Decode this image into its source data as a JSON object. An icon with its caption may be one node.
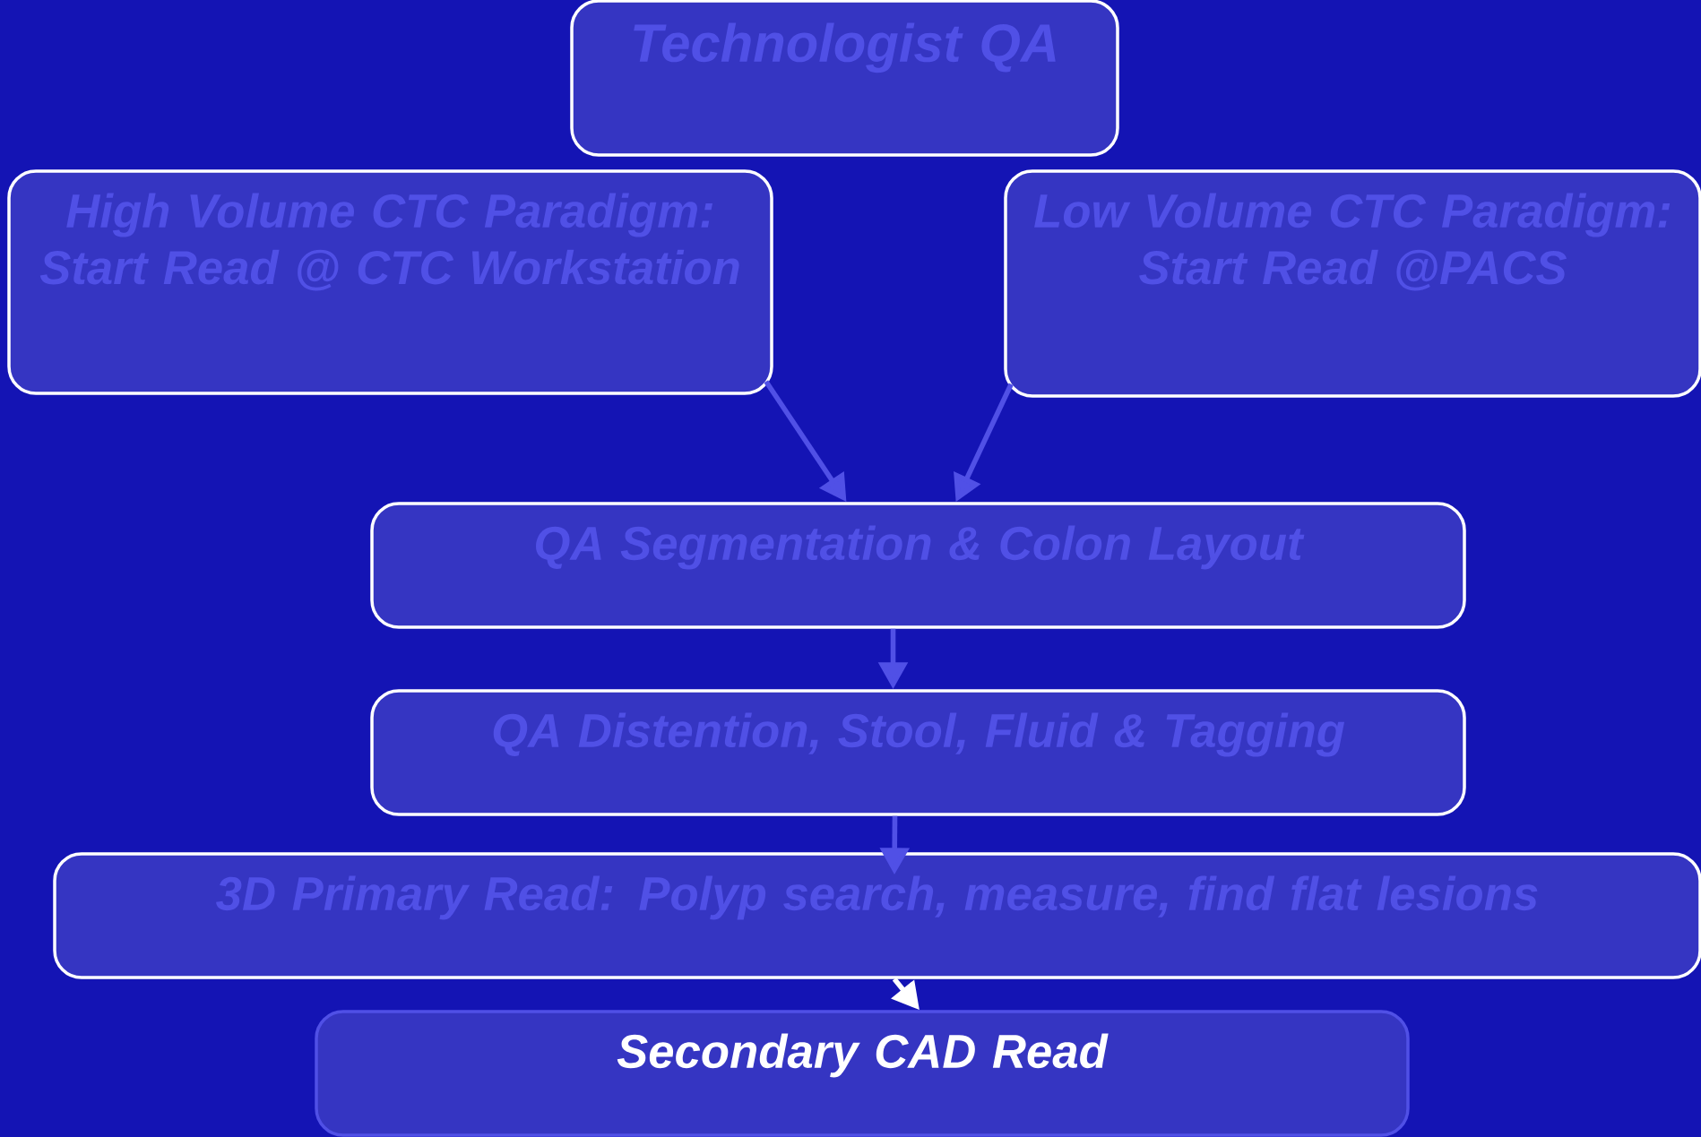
{
  "diagram": {
    "nodes": [
      {
        "text": [
          "Technologist QA"
        ]
      },
      {
        "text": [
          "High Volume CTC Paradigm: Start Read @ CTC Workstation"
        ]
      },
      {
        "text": [
          "Low Volume CTC Paradigm: Start Read @PACS"
        ]
      },
      {
        "text": [
          "QA Segmentation &  Colon Layout"
        ]
      },
      {
        "text": [
          "QA Distention, Stool, Fluid & Tagging"
        ]
      },
      {
        "text": [
          "3D Primary Read: Polyp search, measure, find flat lesions"
        ]
      },
      {
        "text": [
          "Secondary CAD Read"
        ]
      }
    ],
    "edges": [
      {
        "from": 1,
        "to": 3,
        "arrow": "to"
      },
      {
        "from": 2,
        "to": 3,
        "arrow": "to"
      },
      {
        "from": 3,
        "to": 4,
        "arrow": "to"
      },
      {
        "from": 4,
        "to": 5,
        "arrow": "to"
      },
      {
        "from": 5,
        "to": 6,
        "arrow": "to",
        "color": "#ffffff"
      }
    ]
  }
}
